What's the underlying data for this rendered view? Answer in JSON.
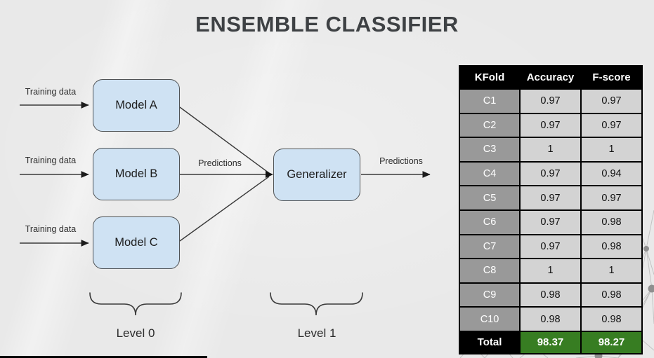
{
  "title": "ENSEMBLE CLASSIFIER",
  "diagram": {
    "nodes": [
      {
        "id": "model-a",
        "label": "Model A"
      },
      {
        "id": "model-b",
        "label": "Model B"
      },
      {
        "id": "model-c",
        "label": "Model C"
      },
      {
        "id": "generalizer",
        "label": "Generalizer"
      }
    ],
    "labels": {
      "training_data_1": "Training data",
      "training_data_2": "Training data",
      "training_data_3": "Training data",
      "predictions_mid": "Predictions",
      "predictions_out": "Predictions",
      "level0": "Level 0",
      "level1": "Level 1"
    },
    "colors": {
      "node_fill": "#cfe2f3",
      "node_border": "#4f5356",
      "line": "#3a3a3a"
    }
  },
  "table": {
    "headers": [
      "KFold",
      "Accuracy",
      "F-score"
    ],
    "rows": [
      {
        "kfold": "C1",
        "accuracy": "0.97",
        "fscore": "0.97"
      },
      {
        "kfold": "C2",
        "accuracy": "0.97",
        "fscore": "0.97"
      },
      {
        "kfold": "C3",
        "accuracy": "1",
        "fscore": "1"
      },
      {
        "kfold": "C4",
        "accuracy": "0.97",
        "fscore": "0.94"
      },
      {
        "kfold": "C5",
        "accuracy": "0.97",
        "fscore": "0.97"
      },
      {
        "kfold": "C6",
        "accuracy": "0.97",
        "fscore": "0.98"
      },
      {
        "kfold": "C7",
        "accuracy": "0.97",
        "fscore": "0.98"
      },
      {
        "kfold": "C8",
        "accuracy": "1",
        "fscore": "1"
      },
      {
        "kfold": "C9",
        "accuracy": "0.98",
        "fscore": "0.98"
      },
      {
        "kfold": "C10",
        "accuracy": "0.98",
        "fscore": "0.98"
      }
    ],
    "total": {
      "label": "Total",
      "accuracy": "98.37",
      "fscore": "98.27"
    },
    "colors": {
      "header_bg": "#000000",
      "fold_column_bg": "#999999",
      "cell_bg": "#d3d3d3",
      "total_value_bg": "#377d22"
    }
  }
}
